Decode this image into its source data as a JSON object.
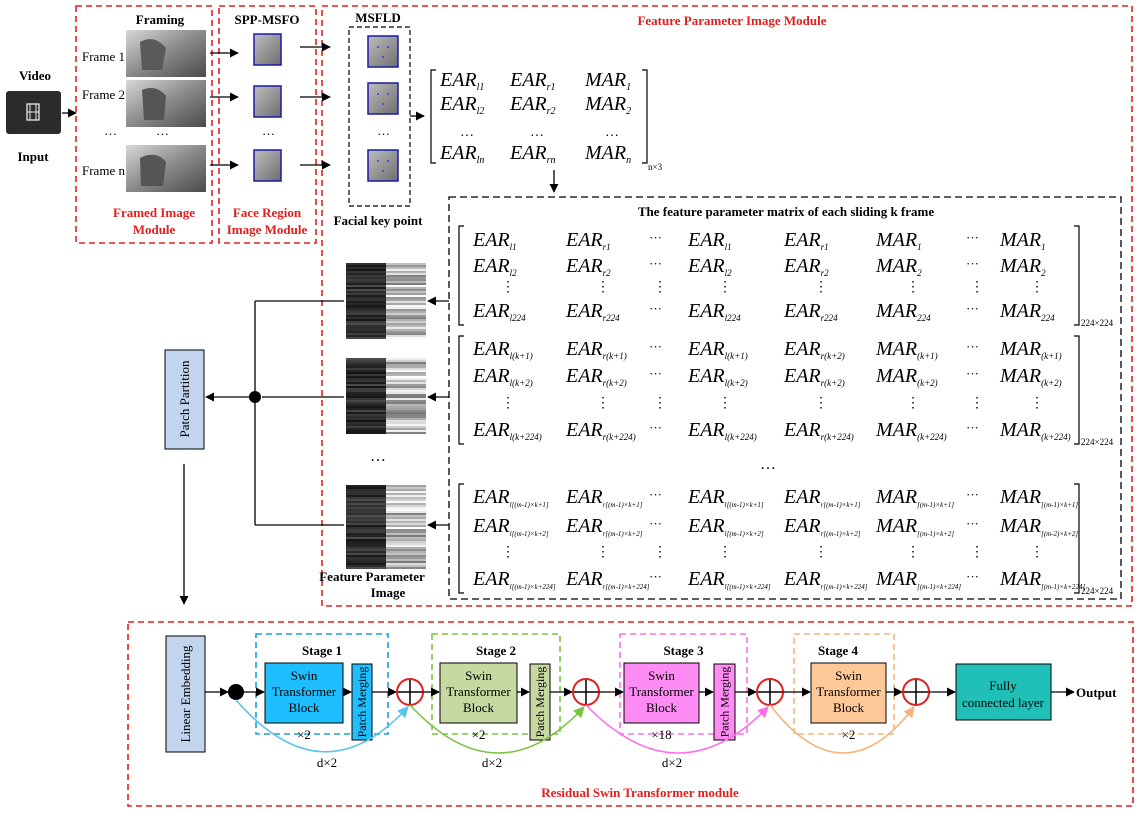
{
  "video": {
    "label_top": "Video",
    "label_bottom": "Input",
    "icon": "film-icon"
  },
  "framing": {
    "title": "Framing",
    "frames": [
      "Frame 1",
      "Frame 2",
      "Frame n"
    ],
    "ellipsis": "…",
    "module_label_1": "Framed Image",
    "module_label_2": "Module"
  },
  "spp": {
    "title": "SPP-MSFO",
    "ellipsis": "…",
    "module_label_1": "Face Region",
    "module_label_2": "Image Module"
  },
  "msfld": {
    "title": "MSFLD",
    "ellipsis": "…",
    "label": "Facial key point"
  },
  "feature_module": {
    "title": "Feature Parameter  Image Module"
  },
  "small_matrix": {
    "rows": [
      [
        "EAR_l1",
        "EAR_r1",
        "MAR_1"
      ],
      [
        "EAR_l2",
        "EAR_r2",
        "MAR_2"
      ],
      [
        "…",
        "…",
        "…"
      ],
      [
        "EAR_ln",
        "EAR_rn",
        "MAR_n"
      ]
    ],
    "dim": "n×3"
  },
  "sliding": {
    "title": "The feature parameter  matrix of  each sliding k frame",
    "dim1": "224×224",
    "dim2": "224×224",
    "dim3": "224×224",
    "between": "…",
    "dots": "⋮",
    "hdots": "···",
    "m1": {
      "row1": [
        "EAR",
        "l1",
        "EAR",
        "r1",
        "EAR",
        "l1",
        "EAR",
        "r1",
        "MAR",
        "1",
        "MAR",
        "1"
      ],
      "row2": [
        "EAR",
        "l2",
        "EAR",
        "r2",
        "EAR",
        "l2",
        "EAR",
        "r2",
        "MAR",
        "2",
        "MAR",
        "2"
      ],
      "row3": [
        "EAR",
        "l224",
        "EAR",
        "r224",
        "EAR",
        "l224",
        "EAR",
        "r224",
        "MAR",
        "224",
        "MAR",
        "224"
      ]
    },
    "m2": {
      "row1": [
        "EAR",
        "l(k+1)",
        "EAR",
        "r(k+1)",
        "EAR",
        "l(k+1)",
        "EAR",
        "r(k+2)",
        "MAR",
        "(k+1)",
        "MAR",
        "(k+1)"
      ],
      "row2": [
        "EAR",
        "l(k+2)",
        "EAR",
        "r(k+2)",
        "EAR",
        "l(k+2)",
        "EAR",
        "r(k+2)",
        "MAR",
        "(k+2)",
        "MAR",
        "(k+2)"
      ],
      "row3": [
        "EAR",
        "l(k+224)",
        "EAR",
        "r(k+224)",
        "EAR",
        "l(k+224)",
        "EAR",
        "r(k+224)",
        "MAR",
        "(k+224)",
        "MAR",
        "(k+224)"
      ]
    },
    "m3": {
      "row1": [
        "EAR",
        "l[(m-1)×k+1]",
        "EAR",
        "r[(m-1)×k+1]",
        "EAR",
        "l[(m-1)×k+1]",
        "EAR",
        "r[(m-1)×k+1]",
        "MAR",
        "[(m-1)×k+1]",
        "MAR",
        "[(m-1)×k+1]"
      ],
      "row2": [
        "EAR",
        "l[(m-1)×k+2]",
        "EAR",
        "r[(m-1)×k+2]",
        "EAR",
        "l[(m-1)×k+2]",
        "EAR",
        "r[(m-1)×k+2]",
        "MAR",
        "[(m-1)×k+2]",
        "MAR",
        "[(m-2)×k+2]"
      ],
      "row3": [
        "EAR",
        "l[(m-1)×k+224]",
        "EAR",
        "r[(m-1)×k+224]",
        "EAR",
        "l[(m-1)×k+224]",
        "EAR",
        "r[(m-1)×k+224]",
        "MAR",
        "[(m-1)×k+224]",
        "MAR",
        "[(m-1)×k+224]"
      ]
    }
  },
  "feature_image": {
    "label_1": "Feature Parameter",
    "label_2": "Image",
    "ellipsis": "…"
  },
  "patch_partition": "Patch Partition",
  "linear_embedding": "Linear Embedding",
  "stages": [
    {
      "title": "Stage 1",
      "block_1": "Swin",
      "block_2": "Transformer",
      "block_3": "Block",
      "repeat": "×2",
      "merge": "Patch Merging",
      "color": "#1fbfff",
      "dash": "#1aa0d8"
    },
    {
      "title": "Stage 2",
      "block_1": "Swin",
      "block_2": "Transformer",
      "block_3": "Block",
      "repeat": "×2",
      "merge": "Patch Merging",
      "color": "#c6d9a0",
      "dash": "#7cc243"
    },
    {
      "title": "Stage 3",
      "block_1": "Swin",
      "block_2": "Transformer",
      "block_3": "Block",
      "repeat": "×18",
      "merge": "Patch Merging",
      "color": "#ff8cf5",
      "dash": "#ff70e8"
    },
    {
      "title": "Stage 4",
      "block_1": "Swin",
      "block_2": "Transformer",
      "block_3": "Block",
      "repeat": "×2",
      "merge": "",
      "color": "#ffc898",
      "dash": "#f5b47a"
    }
  ],
  "skips": [
    "d×2",
    "d×2",
    "d×2"
  ],
  "skip_colors": [
    "#5cc4ea",
    "#7cc243",
    "#ff6ee8",
    "#f5b47a"
  ],
  "fully_connected_1": "Fully",
  "fully_connected_2": "connected layer",
  "output": "Output",
  "residual_module": "Residual Swin Transformer module",
  "colors": {
    "red_dash": "#e02020",
    "face_border": "#1a1aa8",
    "patch_box": "#c3d4ee",
    "fc_box": "#20c0b8"
  }
}
